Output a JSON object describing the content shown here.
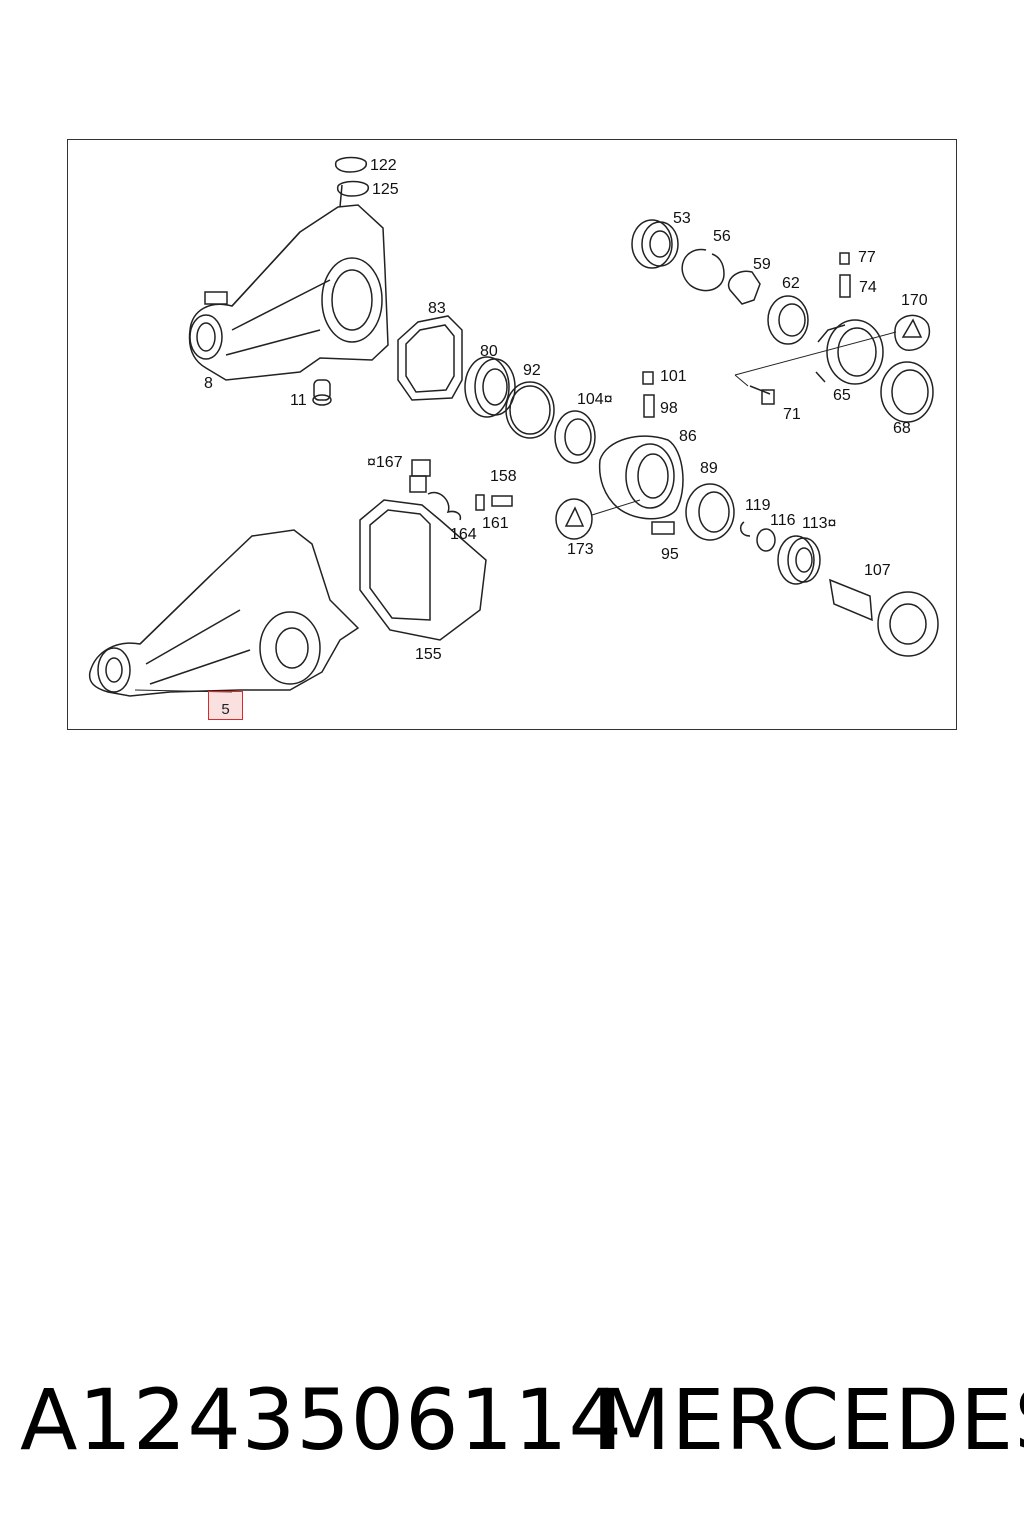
{
  "diagram": {
    "highlighted_part": "5",
    "part_labels": [
      "122",
      "125",
      "8",
      "11",
      "83",
      "80",
      "92",
      "104¤",
      "101",
      "98",
      "53",
      "56",
      "59",
      "62",
      "77",
      "74",
      "170",
      "65",
      "71",
      "68",
      "86",
      "¤167",
      "158",
      "161",
      "164",
      "155",
      "173",
      "95",
      "89",
      "119",
      "116",
      "113¤",
      "107"
    ]
  },
  "caption": {
    "part_number": "A1243506114",
    "brand": "MERCEDES"
  }
}
